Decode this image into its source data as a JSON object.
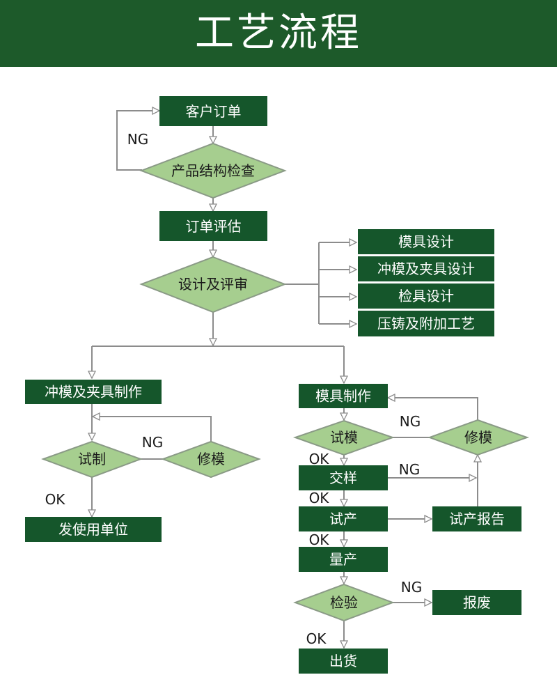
{
  "header": {
    "title": "工艺流程"
  },
  "nodes": {
    "order": "客户订单",
    "structure_check": "产品结构检查",
    "order_eval": "订单评估",
    "design_review": "设计及评审",
    "mold_design": "模具设计",
    "die_fixture_design": "冲模及夹具设计",
    "gauge_design": "检具设计",
    "die_cast_process": "压铸及附加工艺",
    "die_fixture_make": "冲模及夹具制作",
    "trial_left": "试制",
    "repair_left": "修模",
    "ship_to_user": "发使用单位",
    "mold_make": "模具制作",
    "trial_mold": "试模",
    "repair_right": "修模",
    "sample_delivery": "交样",
    "trial_production": "试产",
    "trial_report": "试产报告",
    "mass_production": "量产",
    "inspection": "检验",
    "scrap": "报废",
    "shipment": "出货"
  },
  "labels": {
    "ng": "NG",
    "ok": "OK"
  },
  "colors": {
    "header_bg": "#1d5a2a",
    "box_fill": "#15562b",
    "diamond_fill": "#a6ce8f",
    "connector": "#8c8c8c"
  }
}
